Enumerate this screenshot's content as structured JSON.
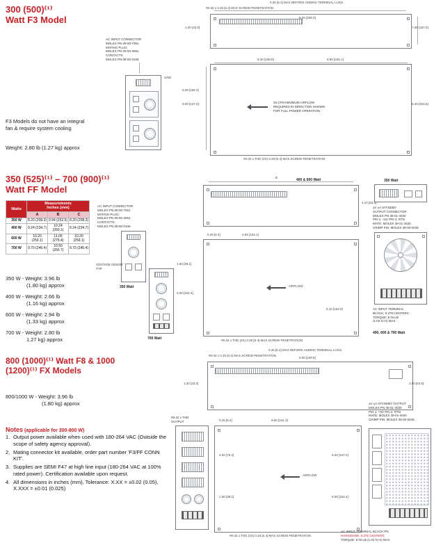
{
  "page": {
    "accent_red": "#c42127",
    "background": "#ffffff"
  },
  "s1": {
    "title_line1": "300 (500)⁽¹⁾",
    "title_line2": "Watt F3 Model",
    "connector_note": {
      "l1": "AC INPUT CONNECTOR",
      "l2": "MOLEX PN 09-50-7061",
      "l3": "MATING PLUG:",
      "l4": "MOLEX PN 09-50-3061",
      "l5": "CONTACTS:",
      "l6": "MOLEX PN 08-50-0106"
    },
    "gnd_label": "GND",
    "cooling_note_line1": "F3 Models do not  have an integral",
    "cooling_note_line2": "fan & require  system cooling",
    "weight": "Weight: 2.80 lb (1.27 kg) approx",
    "top_view": {
      "lug_note": "0.25 [6.4] MAX BEFORE ADDING TERMINAL LUGS",
      "screw_note": "#6-32 x 0.25 [6.4] MAX SCREW PENETRATION",
      "dim_width": "8.20 [208.3]",
      "dim_right": "7.38 [187.5]",
      "dim_left": "1.30 [33.0]"
    },
    "side_view": {
      "dim_top1": "9.40 [238.8]",
      "dim_top2": "8.90 [226.1]",
      "dim_left1": "6.00 [152.4]",
      "dim_left2": "5.00 [127.0]",
      "dim_right": "6.40 [162.6]",
      "airflow_l1": "25 CFM MINIMUM AIRFLOW",
      "airflow_l2": "REQUIRED IN DIRECTION SHOWN",
      "airflow_l3": "FOR FULL POWER OPERATION",
      "screw_note": "#6-32 x THD (4X) 0.25 [6.4] MAX SCREW PENETRATION"
    }
  },
  "s2": {
    "title_line1": "350 (525)⁽¹⁾ – 700 (900)⁽¹⁾",
    "title_line2": "Watt FF Model",
    "table": {
      "watts_header": "Watts",
      "meas_header": "Measurements",
      "units_header": "Inches (mm)",
      "col_a": "A",
      "col_b": "B",
      "col_c": "C",
      "rows": [
        {
          "w": "350 W",
          "a": "8.20 (208.3)",
          "b": "9.94 (252.5)",
          "c": "8.20 (208.3)"
        },
        {
          "w": "400 W",
          "a": "9.24 (234.7)",
          "b": "10.24 (260.1)",
          "c": "9.24 (234.7)"
        },
        {
          "w": "600 W",
          "a": "10.20 (259.1)",
          "b": "11.00 (279.4)",
          "c": "10.20 (259.1)"
        },
        {
          "w": "700 W",
          "a": "9.70 (246.4)",
          "b": "10.50 (266.7)",
          "c": "9.70 (246.4)"
        }
      ]
    },
    "weights": [
      {
        "l1": "350 W - Weight: 3.96 lb",
        "l2": "(1.80 kg) approx"
      },
      {
        "l1": "400 W - Weight: 2.66 lb",
        "l2": "(1.16 kg) approx"
      },
      {
        "l1": "600 W - Weight: 2.94 lb",
        "l2": "(1.33 kg) approx"
      },
      {
        "l1": "700 W - Weight: 2.80 lb",
        "l2": "1.27 kg) approx"
      }
    ],
    "connector_note": {
      "l1": "AC INPUT CONNECTOR",
      "l2": "MOLEX PN 09-50-7061",
      "l3": "MATING PLUG:",
      "l4": "MOLEX PN 09-50-3061",
      "l5": "CONTACTS:",
      "l6": "MOLEX PN 08-50-0106"
    },
    "voltage_adjust": "VOLTAGE ADJUST TYP",
    "label_350_front": "350 Watt",
    "label_700_front": "700 Watt",
    "label_400_600": "400 & 600 Watt",
    "label_350_rear": "350 Watt",
    "label_400_600_700": "400, 600 & 700 Watt",
    "top_view": {
      "dim_b": "B",
      "dim_a": "A",
      "dim_right": "2.44 [62.0]"
    },
    "side_view": {
      "dim_top1": "4.06 [103.1]",
      "dim_top2": "0.25 [6.4]",
      "dim_left1": "1.50 [38.1]",
      "dim_left2": "6.00 [152.4]",
      "dim_right": "6.10 [154.9]",
      "airflow": "AIRFLOW",
      "screw_note": "#6-32 x THD (4X) 0.25 [6.4] MAX SCREW PENETRATION"
    },
    "standby_note": {
      "l1": "±V ±A STANDBY",
      "l2": "OUTPUT CONNECTOR",
      "l3": "MOLEX PN 39-01-4030",
      "l4": "PIN 1: +5V   PIN 4: RTN",
      "l5": "MATE: MOLEX 39-01-4030",
      "l6": "CRIMP PIN: MOLEX 39-00-0046"
    },
    "terminal_note": {
      "l1": "AC INPUT TERMINAL",
      "l2": "BLOCK, 0.375 CENTERS",
      "l3": "TORQUE: 9 IN-LB",
      "l4": "(1.02 N·m) MAX"
    }
  },
  "s3": {
    "title_line1": "800 (1000)⁽¹⁾ Watt F8 & 1000",
    "title_line2": "(1200)⁽¹⁾ FX Models",
    "weight_line1": "800/1000 W - Weight: 3.96 lb",
    "weight_line2": "(1.80 kg) approx",
    "notes_title": "Notes",
    "notes_title_suffix": " (applicable for 300-800 W)",
    "notes": [
      {
        "num": "1.",
        "text": "Output power available when used with 180-264 VAC (Outside the scope of safety agency approval)."
      },
      {
        "num": "2.",
        "text": "Mating connector kit available, order part number 'F3/FF CONN KIT'."
      },
      {
        "num": "3.",
        "text": "Supplies are SEMI F47 at high line input (180-264 VAC at 100% rated power). Certification available upon request."
      },
      {
        "num": "4.",
        "text": "All dimensions in inches (mm), Tolerance: X.XX = ±0.02 (0.05), X.XXX = ±0.01 (0.025)"
      }
    ],
    "top_view": {
      "lug_note": "0.25 [6.4] MAX BEFORE ADDING TERMINAL LUGS",
      "screw_note": "#6-32 x 0.25 [6.4] MAX SCREW PENETRATION",
      "dim_top": "9.00 [228.6]",
      "dim_left": "1.30 [33.0]",
      "dim_right": "2.50 [63.5]"
    },
    "main_view": {
      "output_note_l1": "#6-32 x THD",
      "output_note_l2": "OUTPUT",
      "dim_top1": "9.50 [241.3]",
      "dim_top2": "0.25 [6.4]",
      "dim_left1": "3.00 [76.2]",
      "dim_left2": "1.50 [38.1]",
      "dim_right1": "5.00 [127.0]",
      "dim_right2": "6.00 [152.4]",
      "airflow": "AIRFLOW",
      "screw_note": "#6-32 x THD (4X) 0.25 [6.4] MAX SCREW PENETRATION"
    },
    "standby_note": {
      "l1": "±V ±A STANDBY OUTPUT",
      "l2": "MOLEX PN 39-01-4030",
      "l3": "PIN 1: +5V   PIN 4: RTN",
      "l4": "MATE: MOLEX 39-01-4030",
      "l5": "CRIMP PIN: MOLEX 39-00-0046"
    },
    "terminal_note": {
      "l1": "AC INPUT TERMINAL BLOCK PN",
      "l2": "HARDWARE: 0.375 CENTERS",
      "l3": "TORQUE: 9 IN-LB (1.02 N·m) MAX"
    }
  }
}
